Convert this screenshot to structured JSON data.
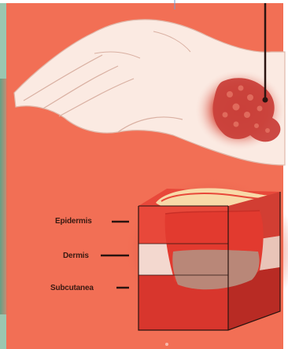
{
  "labels": {
    "epidermis": "Epidermis",
    "dermis": "Dermis",
    "subcutanea": "Subcutanea"
  },
  "colors": {
    "background": "#f26f55",
    "skin": "#fbeae2",
    "epidermis_layer": "#e8483a",
    "dermis_layer": "#f3d8cf",
    "subcutanea_layer": "#d8362d",
    "wound": "#b98778",
    "lesion": "#d24a3e",
    "label_text": "#3a1a12"
  },
  "icons": [
    "hand-illustration",
    "skin-cross-section-cube",
    "pointer-line"
  ]
}
